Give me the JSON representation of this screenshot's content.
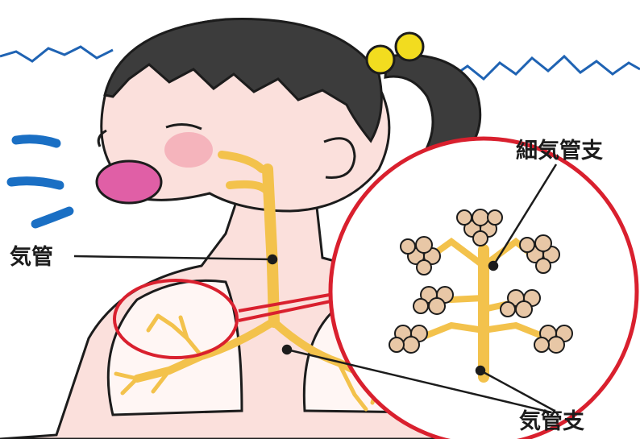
{
  "labels": {
    "trachea": "気管",
    "bronchiole": "細気管支",
    "bronchi": "気管支"
  },
  "colors": {
    "outline": "#1c1c1c",
    "skin": "#fbe0dc",
    "hair": "#3c3c3c",
    "hair_tie": "#f2dc1f",
    "airway": "#f3c24c",
    "mouth": "#e05fa6",
    "cheek": "#f5b4bc",
    "magnifier_circle": "#d9202e",
    "alveoli": "#e8c7a6",
    "breath_marks": "#1a6fc4",
    "background_line": "#1f63b3"
  },
  "icons": [
    "girl-breathing-illustration",
    "magnifier-circle",
    "alveoli-cluster"
  ]
}
